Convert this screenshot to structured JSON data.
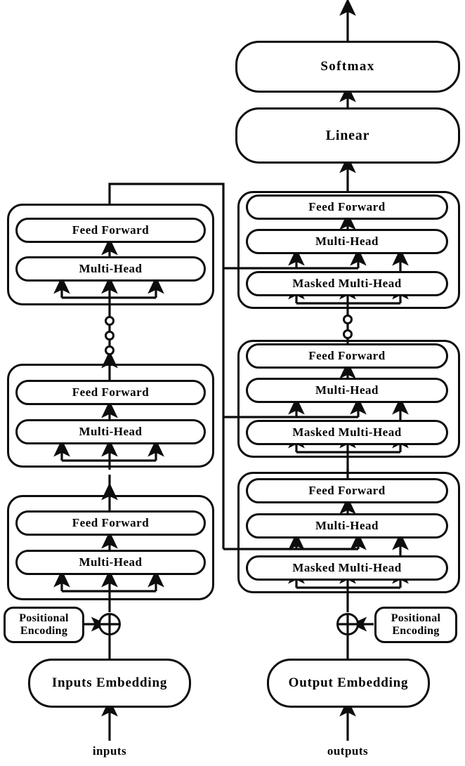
{
  "diagram": {
    "title": "Transformer encoder-decoder architecture",
    "stroke_color": "#0d0d0d",
    "background_color": "#ffffff"
  },
  "head": {
    "softmax": "Softmax",
    "linear": "Linear"
  },
  "encoder": {
    "blocks": [
      {
        "id": "encoder-block-top",
        "feed_forward": "Feed Forward",
        "multi_head": "Multi-Head"
      },
      {
        "id": "encoder-block-middle",
        "feed_forward": "Feed Forward",
        "multi_head": "Multi-Head"
      },
      {
        "id": "encoder-block-bottom",
        "feed_forward": "Feed Forward",
        "multi_head": "Multi-Head"
      }
    ],
    "repeat_dots": 3,
    "positional_encoding": "Positional\nEncoding",
    "embedding": "Inputs Embedding",
    "input_label": "inputs",
    "add_symbol": "⊕"
  },
  "decoder": {
    "blocks": [
      {
        "id": "decoder-block-top",
        "feed_forward": "Feed Forward",
        "multi_head": "Multi-Head",
        "masked_multi_head": "Masked Multi-Head"
      },
      {
        "id": "decoder-block-middle",
        "feed_forward": "Feed Forward",
        "multi_head": "Multi-Head",
        "masked_multi_head": "Masked Multi-Head"
      },
      {
        "id": "decoder-block-bottom",
        "feed_forward": "Feed Forward",
        "multi_head": "Multi-Head",
        "masked_multi_head": "Masked Multi-Head"
      }
    ],
    "repeat_dots": 2,
    "positional_encoding": "Positional\nEncoding",
    "embedding": "Output Embedding",
    "input_label": "outputs",
    "add_symbol": "⊕"
  }
}
